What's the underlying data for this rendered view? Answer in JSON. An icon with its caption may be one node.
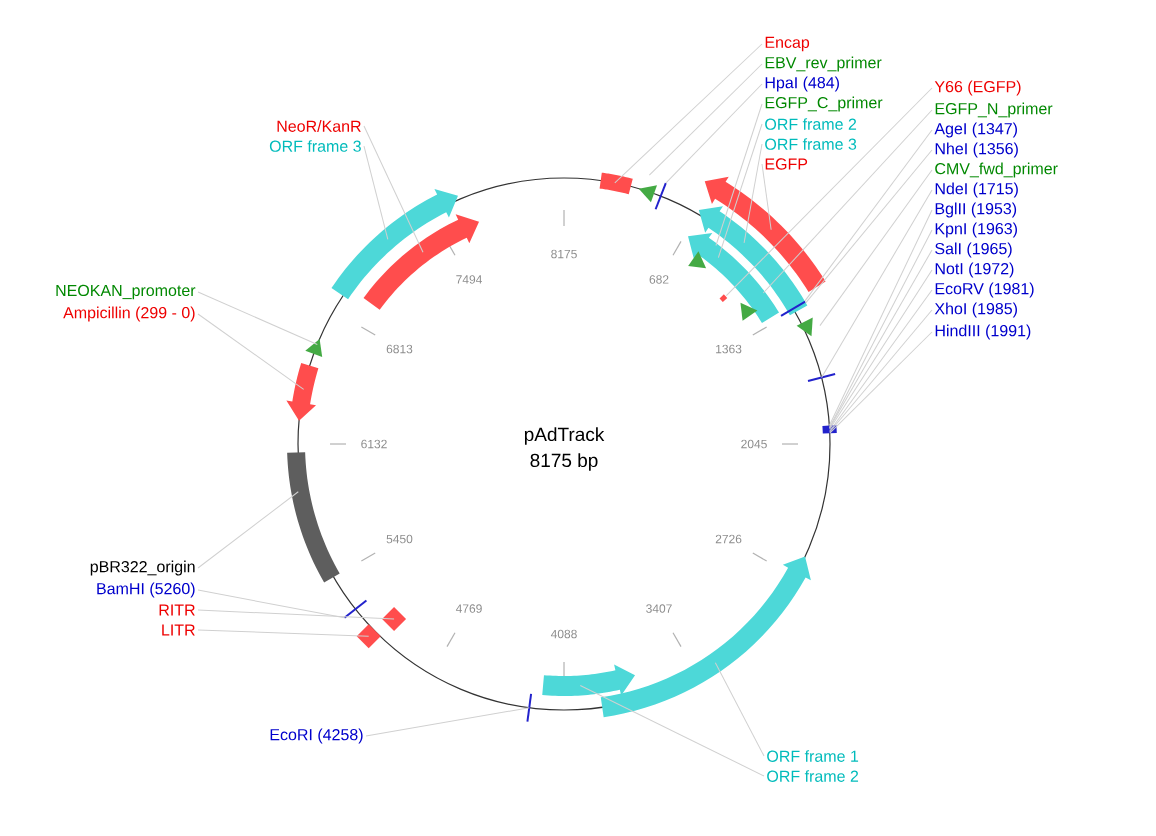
{
  "diagram": {
    "nodes": [
      {
        "text": [
          "Encap"
        ]
      },
      {
        "text": [
          "EBV_rev_primer"
        ]
      },
      {
        "text": [
          "HpaI (484)"
        ]
      },
      {
        "text": [
          "EGFP_C_primer"
        ]
      },
      {
        "text": [
          "ORF frame 2"
        ]
      },
      {
        "text": [
          "ORF frame 3"
        ]
      },
      {
        "text": [
          "EGFP"
        ]
      },
      {
        "text": [
          "Y66 (EGFP)"
        ]
      },
      {
        "text": [
          "EGFP_N_primer"
        ]
      },
      {
        "text": [
          "AgeI (1347)"
        ]
      },
      {
        "text": [
          "NheI (1356)"
        ]
      },
      {
        "text": [
          "CMV_fwd_primer"
        ]
      },
      {
        "text": [
          "NdeI (1715)"
        ]
      },
      {
        "text": [
          "BglII (1953)"
        ]
      },
      {
        "text": [
          "KpnI (1963)"
        ]
      },
      {
        "text": [
          "SalI (1965)"
        ]
      },
      {
        "text": [
          "NotI (1972)"
        ]
      },
      {
        "text": [
          "EcoRV (1981)"
        ]
      },
      {
        "text": [
          "XhoI (1985)"
        ]
      },
      {
        "text": [
          "HindIII (1991)"
        ]
      },
      {
        "text": [
          "NeoR/KanR"
        ]
      },
      {
        "text": [
          "ORF frame 3"
        ]
      },
      {
        "text": [
          "NEOKAN_promoter"
        ]
      },
      {
        "text": [
          "Ampicillin (299 - 0)"
        ]
      },
      {
        "text": [
          "pBR322_origin"
        ]
      },
      {
        "text": [
          "BamHI (5260)"
        ]
      },
      {
        "text": [
          "RITR"
        ]
      },
      {
        "text": [
          "LITR"
        ]
      },
      {
        "text": [
          "EcoRI (4258)"
        ]
      },
      {
        "text": [
          "ORF frame 1"
        ]
      },
      {
        "text": [
          "ORF frame 2"
        ]
      }
    ],
    "edges": [
      {
        "from": 0,
        "to": null,
        "arrow": "none"
      },
      {
        "from": 1,
        "to": null,
        "arrow": "none"
      },
      {
        "from": 2,
        "to": null,
        "arrow": "none"
      },
      {
        "from": 3,
        "to": null,
        "arrow": "none"
      },
      {
        "from": 4,
        "to": null,
        "arrow": "none"
      },
      {
        "from": 5,
        "to": null,
        "arrow": "none"
      },
      {
        "from": 6,
        "to": null,
        "arrow": "none"
      },
      {
        "from": 7,
        "to": null,
        "arrow": "none"
      },
      {
        "from": 8,
        "to": null,
        "arrow": "none"
      },
      {
        "from": 9,
        "to": null,
        "arrow": "none"
      },
      {
        "from": 10,
        "to": null,
        "arrow": "none"
      },
      {
        "from": 11,
        "to": null,
        "arrow": "none"
      },
      {
        "from": 12,
        "to": null,
        "arrow": "none"
      },
      {
        "from": 13,
        "to": null,
        "arrow": "none"
      },
      {
        "from": 14,
        "to": null,
        "arrow": "none"
      },
      {
        "from": 15,
        "to": null,
        "arrow": "none"
      },
      {
        "from": 16,
        "to": null,
        "arrow": "none"
      },
      {
        "from": 17,
        "to": null,
        "arrow": "none"
      },
      {
        "from": 18,
        "to": null,
        "arrow": "none"
      },
      {
        "from": 19,
        "to": null,
        "arrow": "none"
      },
      {
        "from": 20,
        "to": null,
        "arrow": "none"
      },
      {
        "from": 21,
        "to": null,
        "arrow": "none"
      },
      {
        "from": 22,
        "to": null,
        "arrow": "none"
      },
      {
        "from": 23,
        "to": null,
        "arrow": "none"
      },
      {
        "from": 24,
        "to": null,
        "arrow": "none"
      },
      {
        "from": 25,
        "to": null,
        "arrow": "none"
      },
      {
        "from": 26,
        "to": null,
        "arrow": "none"
      },
      {
        "from": 27,
        "to": null,
        "arrow": "none"
      },
      {
        "from": 28,
        "to": null,
        "arrow": "none"
      },
      {
        "from": 29,
        "to": null,
        "arrow": "none"
      },
      {
        "from": 30,
        "to": null,
        "arrow": "none"
      }
    ],
    "labels": [
      "8175",
      "682",
      "1363",
      "2045",
      "2726",
      "3407",
      "4088",
      "4769",
      "5450",
      "6132",
      "6813",
      "7494",
      "pAdTrack",
      "8175 bp"
    ]
  }
}
